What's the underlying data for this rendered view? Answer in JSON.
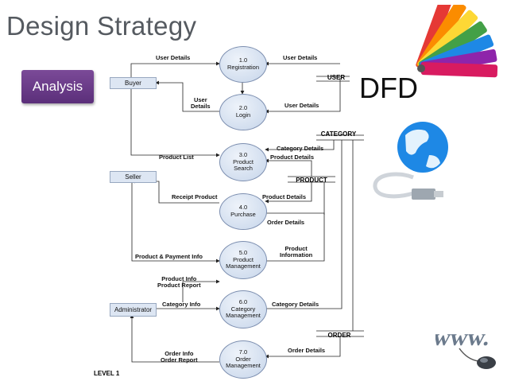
{
  "slide": {
    "title": "Design Strategy",
    "analysis_button": "Analysis",
    "dfd_label": "DFD",
    "level": "LEVEL 1"
  },
  "entities": {
    "buyer": "Buyer",
    "seller": "Seller",
    "administrator": "Administrator"
  },
  "stores": {
    "user": "USER",
    "category": "CATEGORY",
    "product": "PRODUCT",
    "order": "ORDER"
  },
  "processes": [
    {
      "num": "1.0",
      "lines": [
        "Registration"
      ]
    },
    {
      "num": "2.0",
      "lines": [
        "Login"
      ]
    },
    {
      "num": "3.0",
      "lines": [
        "Product",
        "Search"
      ]
    },
    {
      "num": "4.0",
      "lines": [
        "Purchase"
      ]
    },
    {
      "num": "5.0",
      "lines": [
        "Product",
        "Management"
      ]
    },
    {
      "num": "6.0",
      "lines": [
        "Category",
        "Management"
      ]
    },
    {
      "num": "7.0",
      "lines": [
        "Order",
        "Management"
      ]
    }
  ],
  "flows": {
    "user_details_left_1": "User Details",
    "user_details_right_1": "User Details",
    "user_details_left_2": [
      "User",
      "Details"
    ],
    "user_details_right_2": "User Details",
    "category_details_3": "Category Details",
    "product_list": "Product List",
    "product_details_3": "Product  Details",
    "receipt_product": "Receipt Product",
    "product_details_4": "Product  Details",
    "order_details_4": "Order Details",
    "product_payment_info": "Product & Payment Info",
    "product_information": [
      "Product",
      "Information"
    ],
    "product_info_report": [
      "Product Info",
      "Product Report"
    ],
    "category_info": "Category Info",
    "category_details_6": "Category Details",
    "order_info_report": [
      "Order Info",
      "Order Report"
    ],
    "order_details_7": "Order Details"
  },
  "icons": [
    "color-swatch-fan-icon",
    "globe-with-cable-icon",
    "www-mouse-icon"
  ]
}
